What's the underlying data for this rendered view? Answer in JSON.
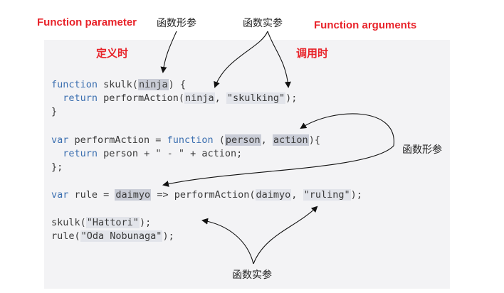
{
  "labels": {
    "param_en": "Function parameter",
    "param_cn_top": "函数形参",
    "args_cn_top": "函数实参",
    "args_en": "Function arguments",
    "define_time": "定义时",
    "call_time": "调用时",
    "param_cn_right": "函数形参",
    "args_cn_bottom": "函数实参"
  },
  "code": {
    "l1_kw": "function",
    "l1_a": " skulk(",
    "l1_p": "ninja",
    "l1_b": ") {",
    "l2_kw": "return",
    "l2_a": " performAction(",
    "l2_x1": "ninja",
    "l2_b": ", ",
    "l2_x2": "\"skulking\"",
    "l2_c": ");",
    "l3": "}",
    "l4_kw1": "var",
    "l4_a": " performAction = ",
    "l4_kw2": "function",
    "l4_b": " (",
    "l4_p1": "person",
    "l4_c": ", ",
    "l4_p2": "action",
    "l4_d": "){",
    "l5_kw": "return",
    "l5_a": " person + \" - \" + action;",
    "l6": "};",
    "l7_kw": "var",
    "l7_a": " rule = ",
    "l7_p": "daimyo",
    "l7_b": " => performAction(",
    "l7_x1": "daimyo",
    "l7_c": ", ",
    "l7_x2": "\"ruling\"",
    "l7_d": ");",
    "l8_a": "skulk(",
    "l8_x": "\"Hattori\"",
    "l8_b": ");",
    "l9_a": "rule(",
    "l9_x": "\"Oda Nobunaga\"",
    "l9_b": ");"
  }
}
